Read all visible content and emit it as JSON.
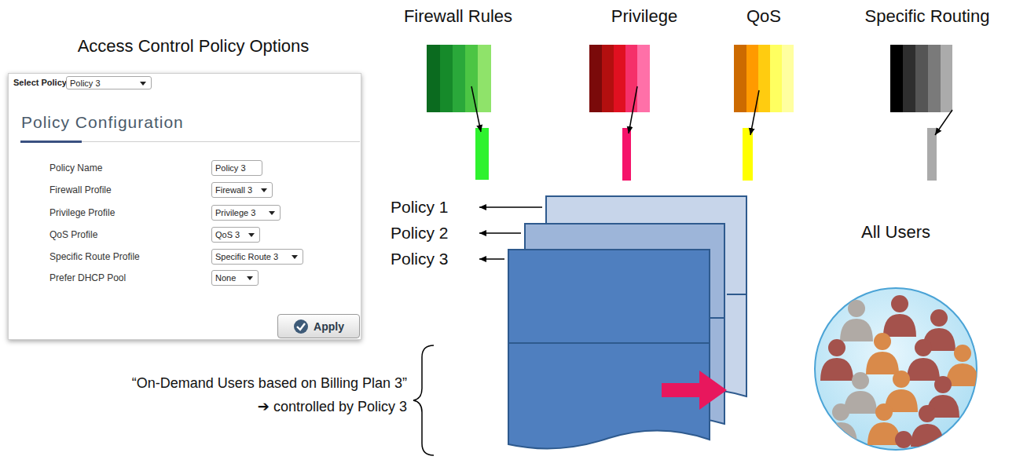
{
  "diagram": {
    "nodes": [
      {
        "text": [
          "Access Control Policy Options",
          "Select Policy",
          "Policy Configuration",
          "Policy Name",
          "Firewall Profile",
          "Privilege Profile",
          "QoS Profile",
          "Specific Route Profile",
          "Prefer DHCP Pool"
        ]
      },
      {
        "text": [
          "Policy 3"
        ],
        "in": 0
      },
      {
        "text": [
          "Policy 3"
        ],
        "in": 0
      },
      {
        "text": [
          "Firewall 3"
        ],
        "in": 0
      },
      {
        "text": [
          "Privilege 3"
        ],
        "in": 0
      },
      {
        "text": [
          "QoS 3"
        ],
        "in": 0
      },
      {
        "text": [
          "Specific Route 3"
        ],
        "in": 0
      },
      {
        "text": [
          "None"
        ],
        "in": 0
      },
      {
        "text": [
          "Apply"
        ],
        "in": 0
      },
      {
        "text": [
          "All Users"
        ]
      }
    ],
    "labels": [
      "Firewall Rules",
      "Privilege",
      "QoS",
      "Specific Routing",
      "Policy 1",
      "Policy 2",
      "Policy 3",
      "“On-Demand Users based on Billing Plan 3”",
      "➔ controlled by Policy 3"
    ]
  }
}
